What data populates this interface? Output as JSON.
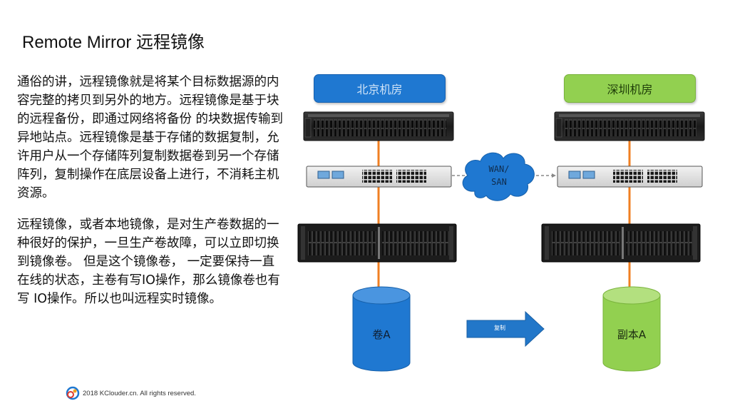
{
  "slide": {
    "title": "Remote Mirror 远程镜像",
    "paragraphs": [
      "通俗的讲，远程镜像就是将某个目标数据源的内容完整的拷贝到另外的地方。远程镜像是基于块 的远程备份，即通过网络将备份 的块数据传输到异地站点。远程镜像是基于存储的数据复制，允许用户从一个存储阵列复制数据卷到另一个存储阵列，复制操作在底层设备上进行，不消耗主机资源。",
      "远程镜像，或者本地镜像，是对生产卷数据的一种很好的保护，一旦生产卷故障，可以立即切换到镜像卷。 但是这个镜像卷， 一定要保持一直在线的状态，主卷有写IO操作，那么镜像卷也有写 IO操作。所以也叫远程实时镜像。"
    ],
    "footer": "2018 KClouder.cn. All rights reserved."
  },
  "diagram": {
    "site_left": "北京机房",
    "site_right": "深圳机房",
    "cloud_line1": "WAN/",
    "cloud_line2": "SAN",
    "volume_left": "卷A",
    "volume_right": "副本A",
    "arrow_label": "复制",
    "colors": {
      "site_left": "#1f78d1",
      "site_right": "#92d050",
      "volume_left": "#1f78d1",
      "volume_right": "#92d050",
      "cloud": "#1f78d1",
      "link": "#f07f22",
      "arrow": "#2277c9"
    },
    "icons": [
      "logo-icon",
      "server-icon",
      "switch-icon",
      "storage-array-icon",
      "cloud-icon",
      "cylinder-icon",
      "arrow-icon"
    ]
  }
}
